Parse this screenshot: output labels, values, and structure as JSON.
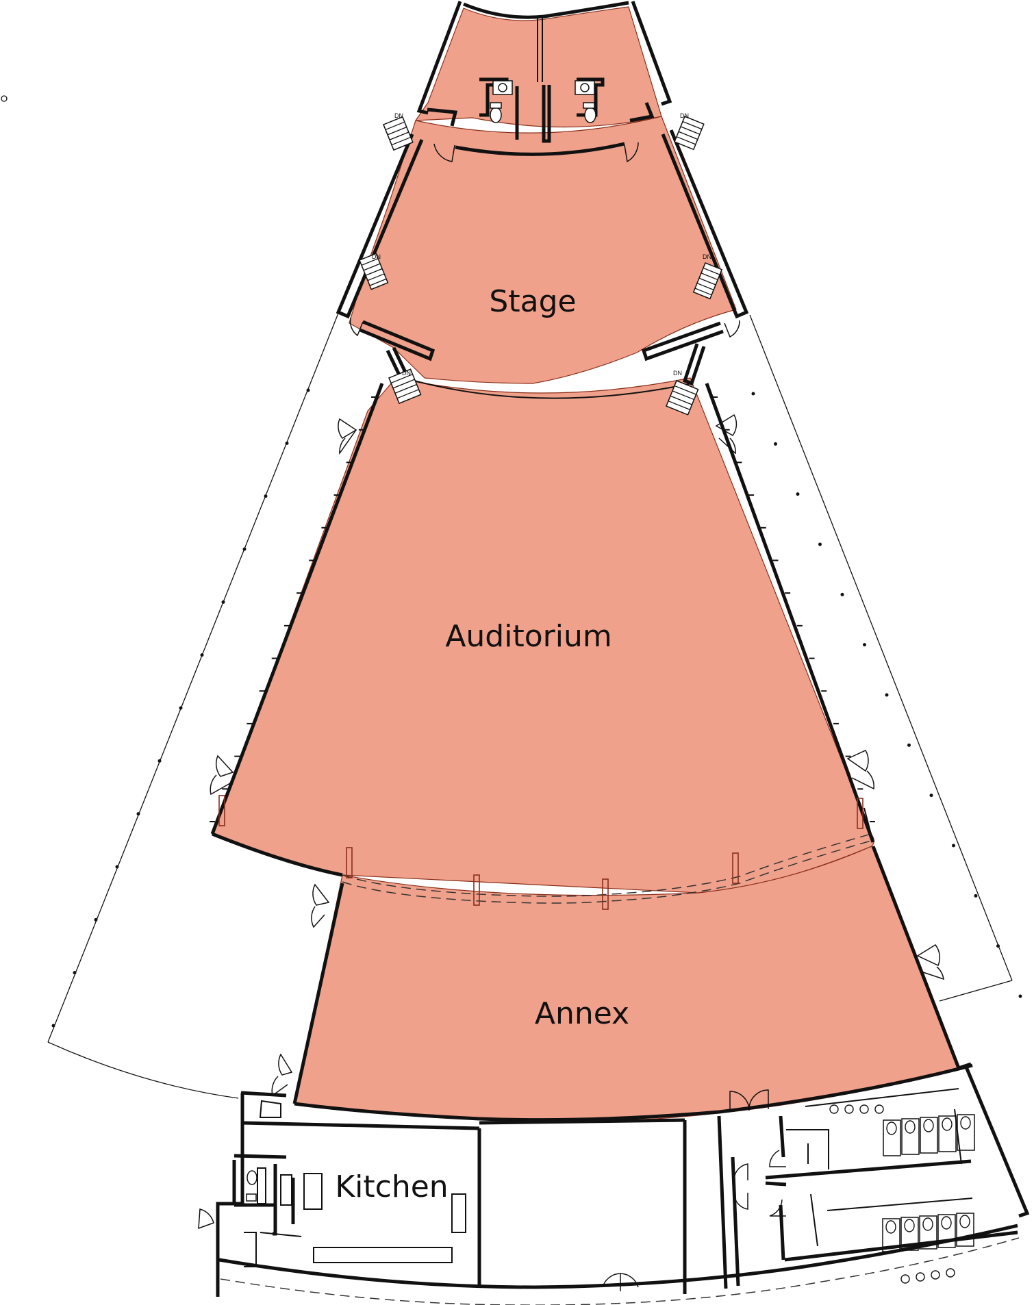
{
  "plan": {
    "rooms": {
      "stage": "Stage",
      "auditorium": "Auditorium",
      "annex": "Annex",
      "kitchen": "Kitchen"
    },
    "stair_label": "DN",
    "colors": {
      "highlight_fill": "#EFA18B",
      "highlight_edge": "#8A2E1A",
      "walls": "#111111",
      "background": "#FFFFFF"
    }
  }
}
